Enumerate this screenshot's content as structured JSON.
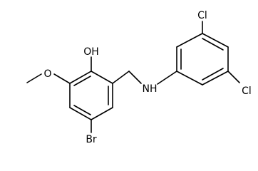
{
  "molecule": {
    "atoms": {
      "hydroxyl": "OH",
      "methoxy_oxygen": "O",
      "bromine": "Br",
      "amine": "NH",
      "chlorine_top": "Cl",
      "chlorine_right": "Cl"
    },
    "colors": {
      "bond": "#000000",
      "label": "#000000",
      "background": "#ffffff"
    }
  }
}
